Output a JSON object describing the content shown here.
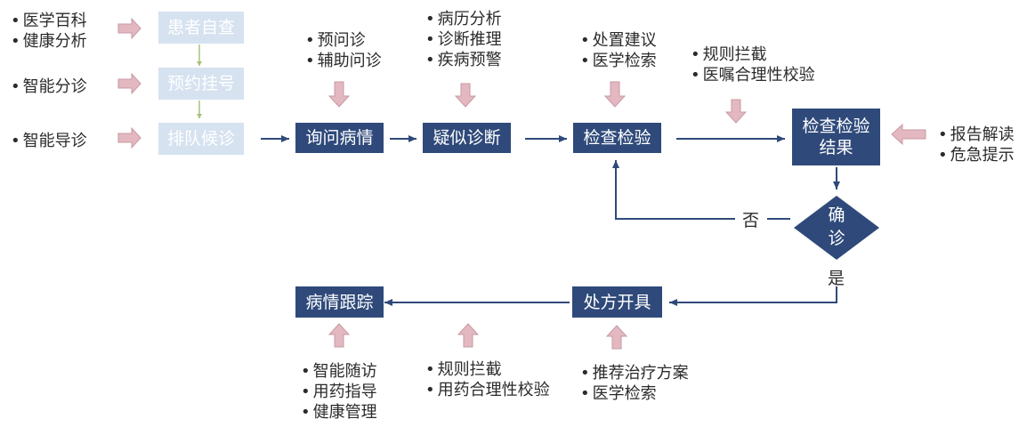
{
  "colors": {
    "box_dark": "#2f4a7a",
    "box_light": "#d6e2f0",
    "flow_line": "#2f4a7a",
    "feed_arrow": "#e3b8c0",
    "feed_arrow_border": "#c79aa3",
    "small_arrow": "#a8c07a"
  },
  "left_lists": {
    "group1": [
      "医学百科",
      "健康分析"
    ],
    "group2": [
      "智能分诊"
    ],
    "group3": [
      "智能导诊"
    ]
  },
  "self_service": {
    "box1": "患者自查",
    "box2": "预约挂号",
    "box3": "排队候诊"
  },
  "main_flow": {
    "inquiry": "询问病情",
    "suspect": "疑似诊断",
    "exam": "检查检验",
    "result_line1": "检查检验",
    "result_line2": "结果",
    "prescribe": "处方开具",
    "follow": "病情跟踪"
  },
  "decision": {
    "line1": "确",
    "line2": "诊",
    "no_label": "否",
    "yes_label": "是"
  },
  "top_lists": {
    "inquiry": [
      "预问诊",
      "辅助问诊"
    ],
    "suspect": [
      "病历分析",
      "诊断推理",
      "疾病预警"
    ],
    "exam": [
      "处置建议",
      "医学检索"
    ],
    "result": [
      "规则拦截",
      "医嘱合理性校验"
    ]
  },
  "right_list": [
    "报告解读",
    "危急提示"
  ],
  "bottom_lists": {
    "follow": [
      "智能随访",
      "用药指导",
      "健康管理"
    ],
    "middle": [
      "规则拦截",
      "用药合理性校验"
    ],
    "prescribe": [
      "推荐治疗方案",
      "医学检索"
    ]
  }
}
